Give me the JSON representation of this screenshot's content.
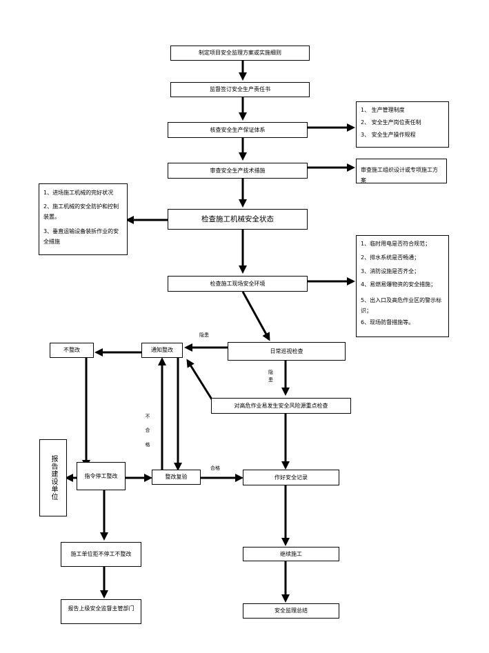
{
  "nodes": {
    "formulate_plan": "制定项目安全监理方案或实施细则",
    "supervise_sign": "监督签订安全生产责任书",
    "verify_system": "核查安全生产保证体系",
    "review_measures": "审查安全生产技术措施",
    "inspect_machinery": "检查施工机械安全状态",
    "inspect_site": "检查施工现场安全环境",
    "daily_patrol": "日常巡视检查",
    "notify_rectify": "通知整改",
    "no_rectify": "不整改",
    "key_inspection": "对高危作业易发生安全风险源重点检查",
    "order_stop": "指令停工整改",
    "recheck": "整改复验",
    "safety_record": "作好安全记录",
    "refuse": "施工单位拒不停工不整改",
    "continue_work": "继续施工",
    "report_builder": "报告建设单位",
    "report_superior": "报告上级安全监督主管部门",
    "summary": "安全监理总结"
  },
  "lists": {
    "system_items": [
      "1、   生产管理制度",
      "2、   安全生产岗位责任制",
      "3、   安全生产操作规程"
    ],
    "tech_review": "审查施工组织设计或专项施工方案",
    "machinery_items": [
      "1、进场施工机械的完好状况",
      "2、施工机械的安全防护和控制装置。",
      "3、垂直运输设备装拆作业的安全措施"
    ],
    "site_items": [
      "1、临时用电是否符合规范；",
      "2、排水系统是否畅通；",
      "3、消防设施是否齐全；",
      "4、易燃易爆物资的安全措施；",
      "5、出入口及高危作业区的警示标识；",
      "6、现场防督措施等。"
    ]
  },
  "edge_labels": {
    "hazard_1": "隐患",
    "hazard_2": "隐患",
    "unqualified": "不合格",
    "qualified": "合格"
  },
  "colors": {
    "line": "#000000",
    "background": "#ffffff"
  }
}
